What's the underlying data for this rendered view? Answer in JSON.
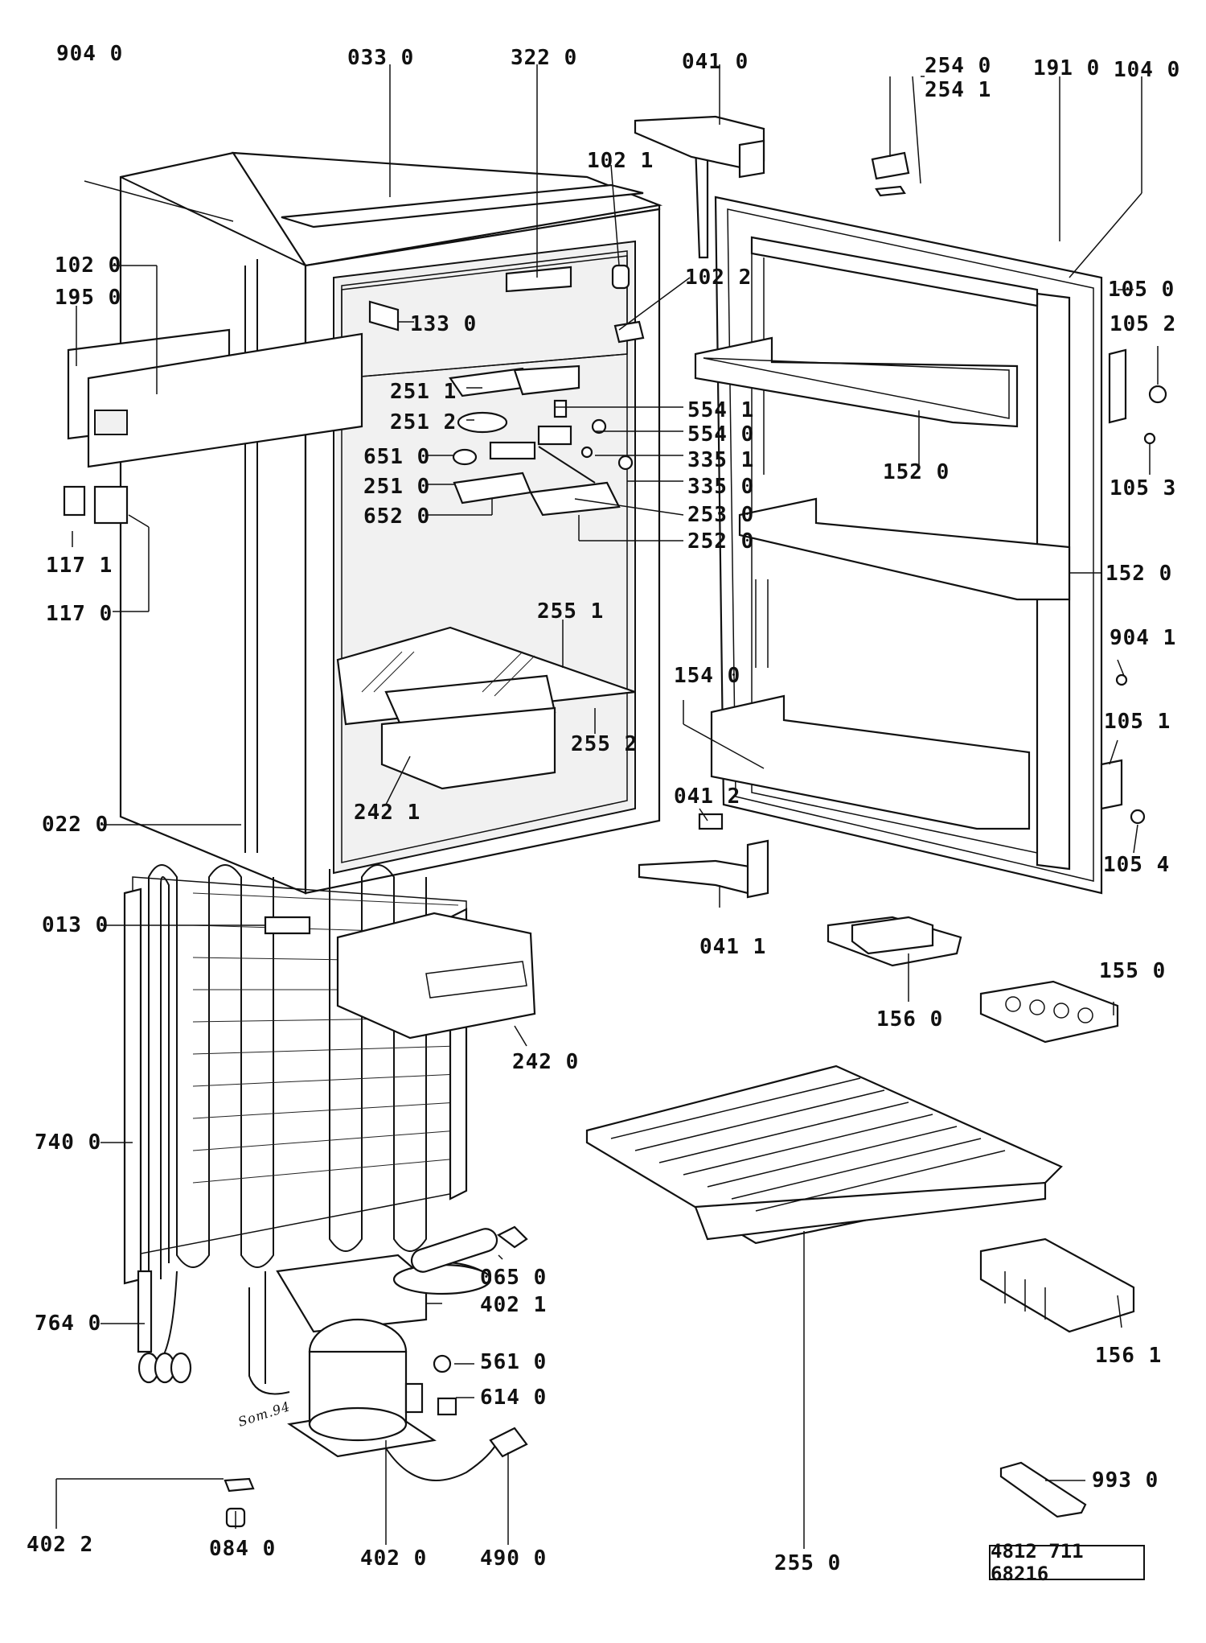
{
  "labels": {
    "p9040": "904 0",
    "p0330": "033 0",
    "p3220": "322 0",
    "p0410": "041 0",
    "p2540": "254 0",
    "p2541": "254 1",
    "p1910": "191 0",
    "p1040": "104 0",
    "p1021": "102 1",
    "p1020": "102 0",
    "p1950": "195 0",
    "p1022": "102 2",
    "p1050": "105 0",
    "p1052": "105 2",
    "p1053": "105 3",
    "p1330": "133 0",
    "p2511": "251 1",
    "p2512": "251 2",
    "p5541": "554 1",
    "p5540": "554 0",
    "p6510": "651 0",
    "p3351": "335 1",
    "p2510": "251 0",
    "p3350": "335 0",
    "p6520": "652 0",
    "p2530": "253 0",
    "p2520": "252 0",
    "p1520a": "152 0",
    "p1520b": "152 0",
    "p1171": "117 1",
    "p1170": "117 0",
    "p2551": "255 1",
    "p9041": "904 1",
    "p1540": "154 0",
    "p2552": "255 2",
    "p1051": "105 1",
    "p2421": "242 1",
    "p0412": "041 2",
    "p1054": "105 4",
    "p0220": "022 0",
    "p0411": "041 1",
    "p0130": "013 0",
    "p1550": "155 0",
    "p1560": "156 0",
    "p2420": "242 0",
    "p7400": "740 0",
    "p0650": "065 0",
    "p4021": "402 1",
    "p7640": "764 0",
    "p5610": "561 0",
    "p6140": "614 0",
    "p1561": "156 1",
    "p9930": "993 0",
    "p4022": "402 2",
    "p0840": "084 0",
    "p4020": "402 0",
    "p4900": "490 0",
    "p2550": "255 0"
  },
  "handwritten_note": "Som.94",
  "document_number": "4812 711 68216"
}
